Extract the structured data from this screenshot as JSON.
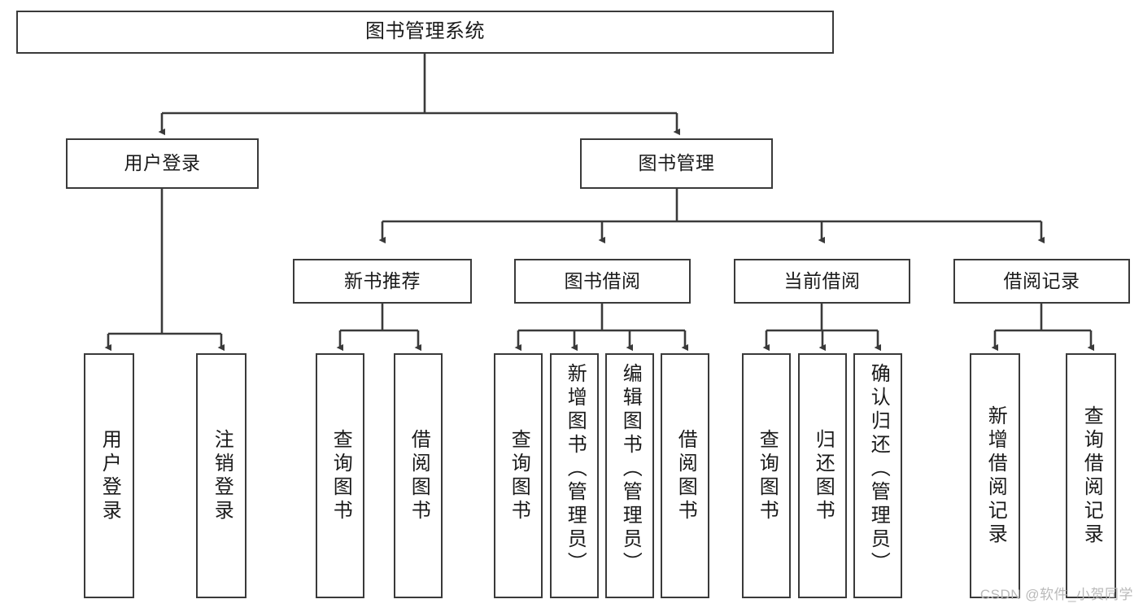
{
  "diagram": {
    "type": "tree-hierarchy-chart",
    "title": "图书管理系统",
    "watermark": "CSDN @软件_小贺同学",
    "colors": {
      "box_border": "#3a3a3a",
      "box_fill": "#ffffff",
      "connector": "#3a3a3a",
      "text": "#1a1a1a",
      "watermark": "#b9b9b9",
      "background": "#ffffff"
    },
    "root": {
      "label": "图书管理系统"
    },
    "level2": [
      {
        "label": "用户登录"
      },
      {
        "label": "图书管理"
      }
    ],
    "level3": [
      {
        "label": "新书推荐"
      },
      {
        "label": "图书借阅"
      },
      {
        "label": "当前借阅"
      },
      {
        "label": "借阅记录"
      }
    ],
    "leaves": {
      "user_login": [
        {
          "label": "用户登录"
        },
        {
          "label": "注销登录"
        }
      ],
      "new_book_recommend": [
        {
          "label": "查询图书"
        },
        {
          "label": "借阅图书"
        }
      ],
      "book_borrow": [
        {
          "label": "查询图书"
        },
        {
          "label": "新增图书（管理员）"
        },
        {
          "label": "编辑图书（管理员）"
        },
        {
          "label": "借阅图书"
        }
      ],
      "current_borrow": [
        {
          "label": "查询图书"
        },
        {
          "label": "归还图书"
        },
        {
          "label": "确认归还（管理员）"
        }
      ],
      "borrow_record": [
        {
          "label": "新增借阅记录"
        },
        {
          "label": "查询借阅记录"
        }
      ]
    }
  }
}
